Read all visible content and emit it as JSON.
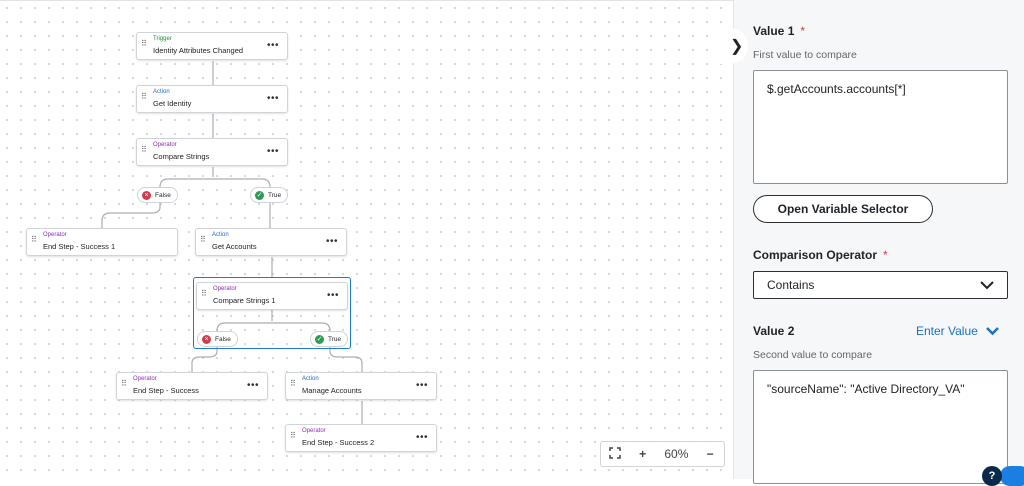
{
  "canvas": {
    "nodes": [
      {
        "kind": "Trigger",
        "name": "Identity Attributes Changed",
        "type": "trigger"
      },
      {
        "kind": "Action",
        "name": "Get Identity",
        "type": "action"
      },
      {
        "kind": "Operator",
        "name": "Compare Strings",
        "type": "operator"
      },
      {
        "kind": "Operator",
        "name": "End Step - Success 1",
        "type": "operator"
      },
      {
        "kind": "Action",
        "name": "Get Accounts",
        "type": "action"
      },
      {
        "kind": "Operator",
        "name": "Compare Strings 1",
        "type": "operator"
      },
      {
        "kind": "Operator",
        "name": "End Step - Success",
        "type": "operator"
      },
      {
        "kind": "Action",
        "name": "Manage Accounts",
        "type": "action"
      },
      {
        "kind": "Operator",
        "name": "End Step - Success 2",
        "type": "operator"
      }
    ],
    "branches": {
      "false": "False",
      "true": "True"
    },
    "node_menu": "•••",
    "zoom": {
      "level": "60%",
      "plus": "+",
      "minus": "−"
    }
  },
  "panel": {
    "value1": {
      "label": "Value 1",
      "required": "*",
      "help": "First value to compare",
      "value": "$.getAccounts.accounts[*]"
    },
    "open_selector": "Open Variable Selector",
    "operator": {
      "label": "Comparison Operator",
      "required": "*",
      "value": "Contains"
    },
    "value2": {
      "label": "Value 2",
      "mode": "Enter Value",
      "help": "Second value to compare",
      "value": "\"sourceName\": \"Active Directory_VA\""
    },
    "help_button": "?"
  },
  "colors": {
    "accent": "#1a6fc2",
    "required": "#d63a4a",
    "trigger": "#1e8a3a",
    "operator": "#8a2fb5"
  }
}
